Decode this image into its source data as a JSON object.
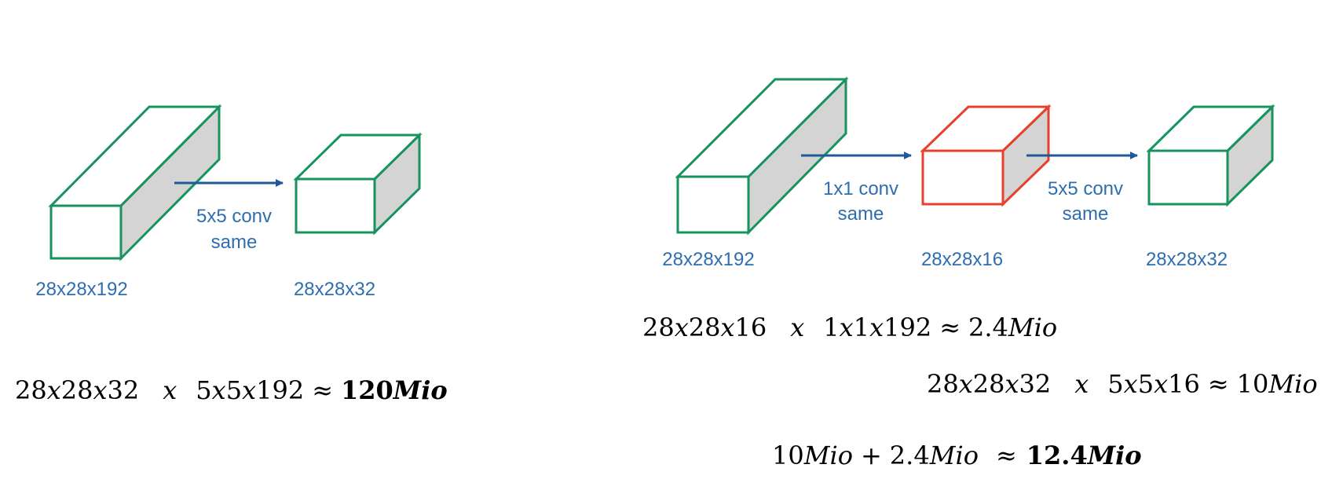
{
  "colors": {
    "green": "#17935f",
    "red": "#e8402a",
    "blue": "#1f5a96",
    "label": "#2e6eb0",
    "side_fill": "#d4d4d4"
  },
  "left_panel": {
    "input_dims": "28x28x192",
    "output_dims": "28x28x32",
    "conv_label_line1": "5x5 conv",
    "conv_label_line2": "same",
    "eq": {
      "a": "28",
      "x1": "x",
      "b": "28",
      "x2": "x",
      "c": "32",
      "times": "x",
      "d": "5",
      "x3": "x",
      "e": "5",
      "x4": "x",
      "f": "192",
      "approx": "≈",
      "result_num": "120",
      "result_unit": "Mio"
    }
  },
  "right_panel": {
    "input_dims": "28x28x192",
    "middle_dims": "28x28x16",
    "output_dims": "28x28x32",
    "conv1_line1": "1x1 conv",
    "conv1_line2": "same",
    "conv2_line1": "5x5 conv",
    "conv2_line2": "same",
    "eq1": {
      "a": "28",
      "x1": "x",
      "b": "28",
      "x2": "x",
      "c": "16",
      "times": "x",
      "d": "1",
      "x3": "x",
      "e": "1",
      "x4": "x",
      "f": "192",
      "approx": "≈",
      "result_num": "2.4",
      "result_unit": "Mio"
    },
    "eq2": {
      "a": "28",
      "x1": "x",
      "b": "28",
      "x2": "x",
      "c": "32",
      "times": "x",
      "d": "5",
      "x3": "x",
      "e": "5",
      "x4": "x",
      "f": "16",
      "approx": "≈",
      "result_num": "10",
      "result_unit": "Mio"
    },
    "eq3": {
      "t1_num": "10",
      "t1_unit": "Mio",
      "plus": "+",
      "t2_num": "2.4",
      "t2_unit": "Mio",
      "approx": "≈",
      "result_num": "12.4",
      "result_unit": "Mio"
    }
  }
}
